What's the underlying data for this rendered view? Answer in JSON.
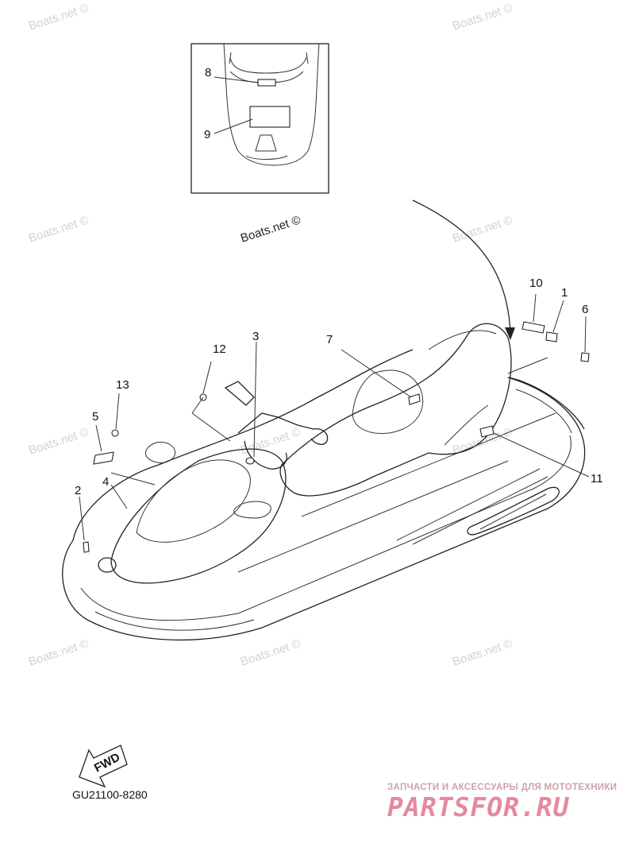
{
  "watermark_text": "Boats.net ©",
  "callouts": {
    "c1": "1",
    "c2": "2",
    "c3": "3",
    "c4": "4",
    "c5": "5",
    "c6": "6",
    "c7": "7",
    "c8": "8",
    "c9": "9",
    "c10": "10",
    "c11": "11",
    "c12": "12",
    "c13": "13"
  },
  "direction_label": "FWD",
  "diagram_code": "GU21100-8280",
  "branding": {
    "tagline": "ЗАПЧАСТИ И АКСЕССУАРЫ ДЛЯ МОТОТЕХНИКИ",
    "site": "PARTSFOR.RU"
  }
}
